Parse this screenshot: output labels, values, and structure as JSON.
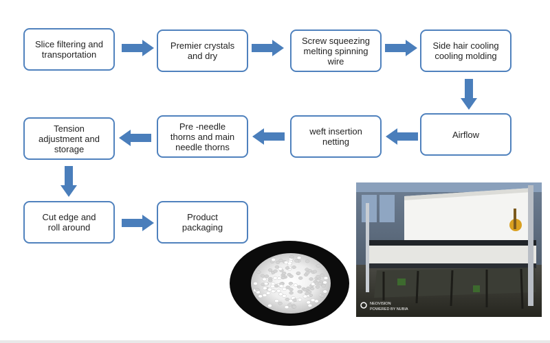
{
  "colors": {
    "box_border": "#4f81bd",
    "arrow": "#4a7ebb",
    "text": "#1f1f1f"
  },
  "steps": [
    {
      "id": "slice-filtering",
      "label": "Slice filtering and\ntransportation"
    },
    {
      "id": "premier-crystals",
      "label": "Premier crystals\nand dry"
    },
    {
      "id": "screw-squeezing",
      "label": "Screw squeezing\nmelting spinning\nwire"
    },
    {
      "id": "side-hair-cooling",
      "label": "Side hair cooling\ncooling molding"
    },
    {
      "id": "airflow",
      "label": "Airflow"
    },
    {
      "id": "weft-insertion",
      "label": "weft insertion\nnetting"
    },
    {
      "id": "needle-thorns",
      "label": "Pre -needle\nthorns and main\nneedle thorns"
    },
    {
      "id": "tension-adjustment",
      "label": "Tension\nadjustment and\nstorage"
    },
    {
      "id": "cut-edge",
      "label": "Cut edge and\nroll around"
    },
    {
      "id": "product-packaging",
      "label": "Product\npackaging"
    }
  ],
  "photos": {
    "pellets": {
      "icon": "plastic-pellets-photo"
    },
    "machine": {
      "icon": "production-line-photo",
      "watermark_line1": "NEOVISION",
      "watermark_line2": "POWERED BY NUBIA"
    }
  }
}
